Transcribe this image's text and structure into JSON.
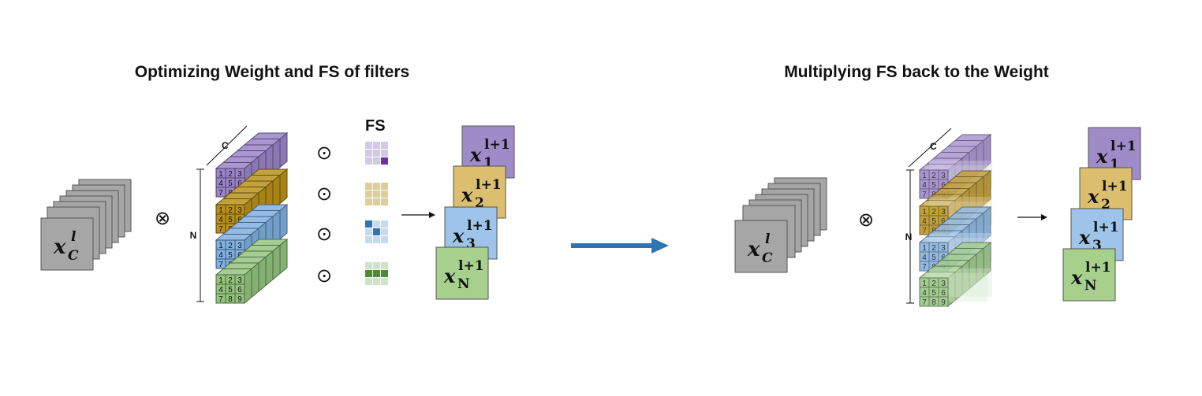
{
  "left_panel": {
    "title": "Optimizing Weight and FS of filters",
    "input_base": "x",
    "input_sup": "l",
    "input_sub": "C",
    "channel_label": "C",
    "filters_label": "N",
    "fs_label": "FS",
    "tensor_op": "⊗",
    "elementwise_op": "⊙",
    "kernel_numbers": [
      "1",
      "2",
      "3",
      "4",
      "5",
      "6",
      "7",
      "8",
      "9"
    ],
    "outputs": [
      {
        "base": "x",
        "sub": "1",
        "sup": "l+1"
      },
      {
        "base": "x",
        "sub": "2",
        "sup": "l+1"
      },
      {
        "base": "x",
        "sub": "3",
        "sup": "l+1"
      },
      {
        "base": "x",
        "sub": "N",
        "sup": "l+1"
      }
    ]
  },
  "right_panel": {
    "title": "Multiplying FS back to the Weight",
    "input_base": "x",
    "input_sup": "l",
    "input_sub": "C",
    "channel_label": "C",
    "filters_label": "N",
    "tensor_op": "⊗",
    "kernel_numbers": [
      "1",
      "2",
      "3",
      "4",
      "5",
      "6",
      "7",
      "8",
      "9"
    ],
    "outputs": [
      {
        "base": "x",
        "sub": "1",
        "sup": "l+1"
      },
      {
        "base": "x",
        "sub": "2",
        "sup": "l+1"
      },
      {
        "base": "x",
        "sub": "3",
        "sup": "l+1"
      },
      {
        "base": "x",
        "sub": "N",
        "sup": "l+1"
      }
    ]
  },
  "filter_colors": {
    "purple": "#9b84c9",
    "gold": "#b8901a",
    "blue": "#7fb0e0",
    "green": "#93c47d"
  },
  "output_colors": [
    "#9f8bc8",
    "#dcbf6e",
    "#9ec4e9",
    "#a7d08c"
  ],
  "arrow_color": "#2e75b6"
}
